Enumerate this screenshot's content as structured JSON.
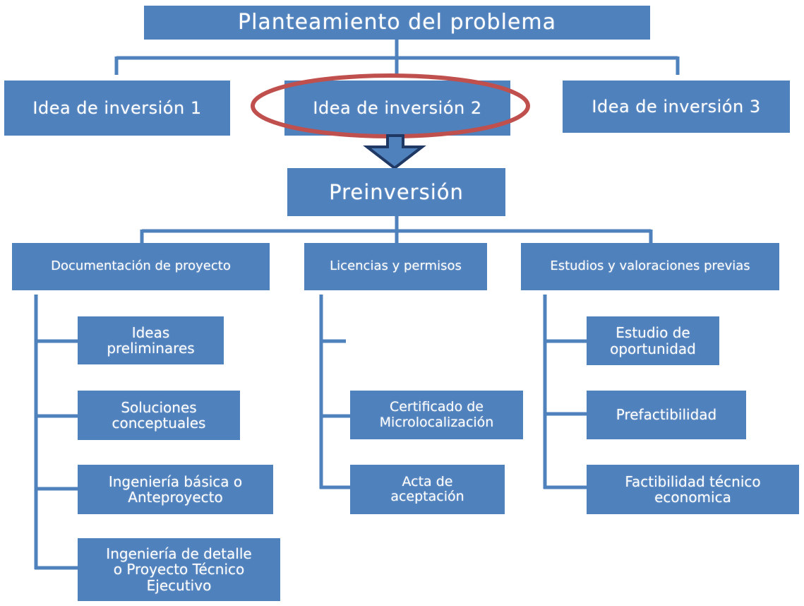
{
  "diagram": {
    "title": "Planteamiento del problema",
    "ideas": [
      "Idea de inversión 1",
      "Idea de inversión 2",
      "Idea de inversión 3"
    ],
    "highlighted_idea": "Idea de inversión 2",
    "preinversion": "Preinversión",
    "categories": [
      {
        "label": "Documentación de proyecto",
        "items": [
          [
            "Ideas",
            "preliminares"
          ],
          [
            "Soluciones",
            "conceptuales"
          ],
          [
            "Ingeniería básica o",
            "Anteproyecto"
          ],
          [
            "Ingeniería de detalle",
            "o Proyecto Técnico",
            "Ejecutivo"
          ]
        ]
      },
      {
        "label": "Licencias y permisos",
        "items": [
          [
            "Certificado de",
            "Microlocalización"
          ],
          [
            "Acta de",
            "aceptación"
          ]
        ]
      },
      {
        "label": "Estudios y valoraciones previas",
        "items": [
          [
            "Estudio de",
            "oportunidad"
          ],
          [
            "Prefactibilidad"
          ],
          [
            "Factibilidad técnico",
            "economica"
          ]
        ]
      }
    ]
  },
  "colors": {
    "box_fill": "#4f81bd",
    "box_text": "#ffffff",
    "connector": "#4f81bd",
    "highlight_ellipse": "#c0504d",
    "arrow_fill": "#4f81bd",
    "arrow_outline": "#1f3864"
  }
}
